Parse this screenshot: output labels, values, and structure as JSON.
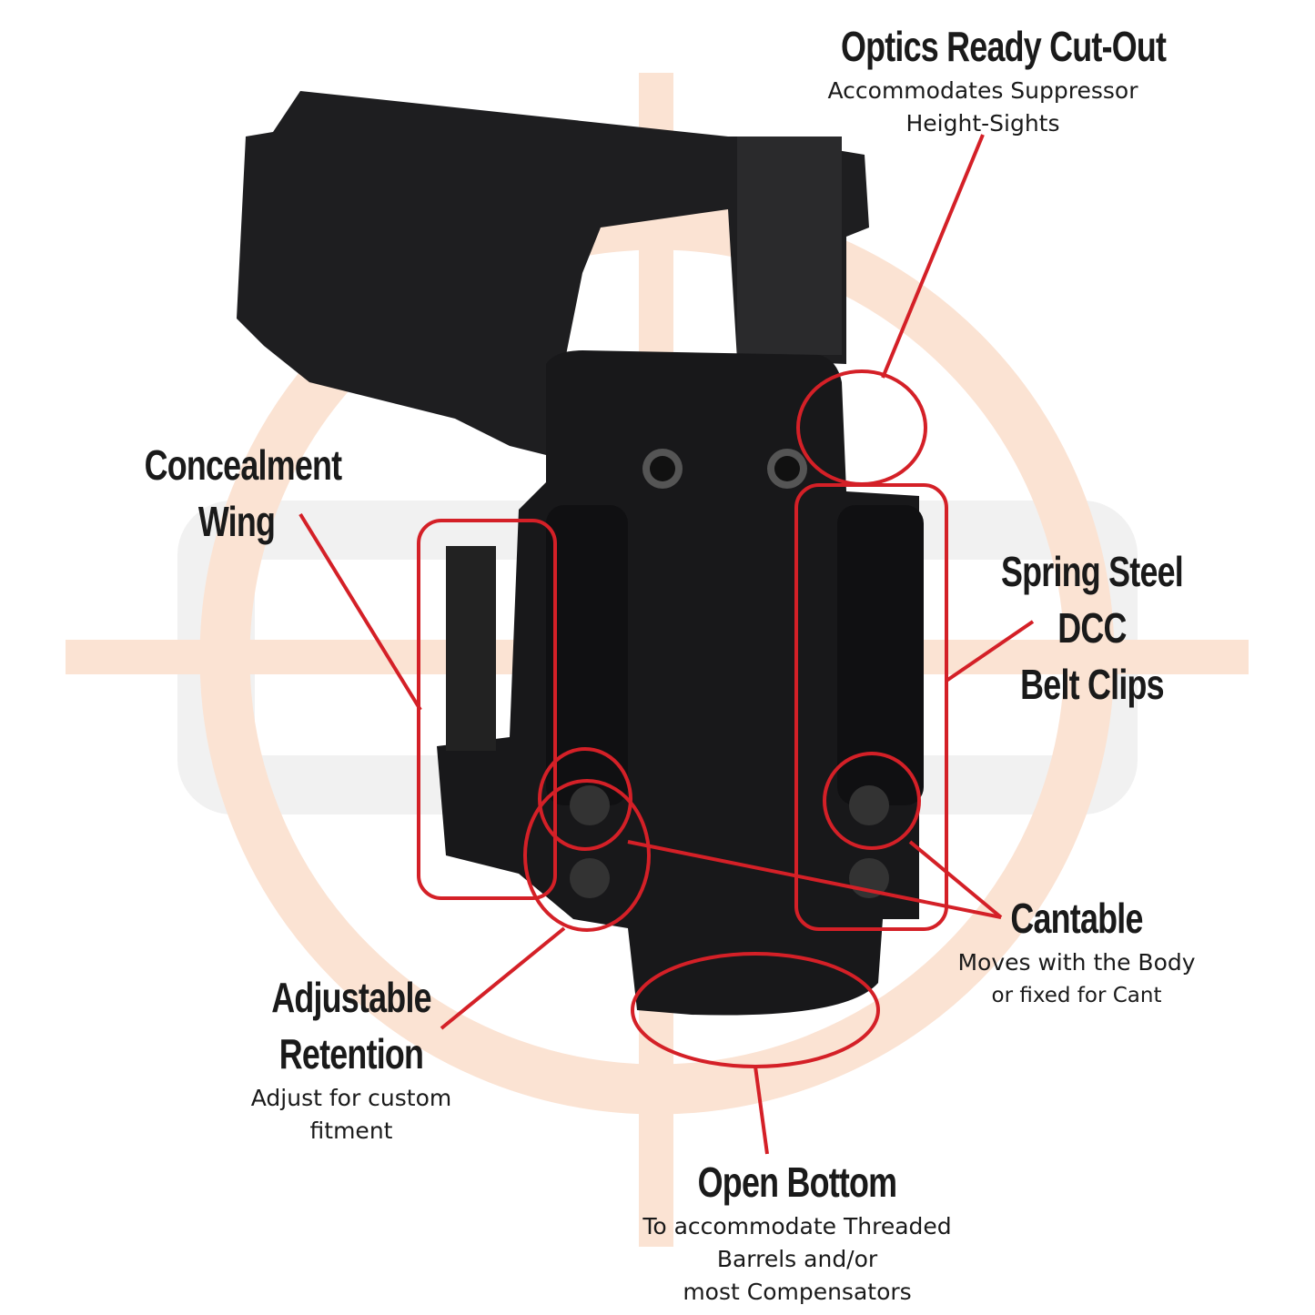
{
  "colors": {
    "accent_red": "#d42027",
    "watermark_peach": "#fbe3d3",
    "watermark_gray": "#f1f1f1",
    "product": "#1c1c1e"
  },
  "callouts": {
    "optics": {
      "title": "Optics Ready Cut-Out",
      "lines": [
        "Accommodates Suppressor",
        "Height-Sights"
      ]
    },
    "wing": {
      "title_lines": [
        "Concealment",
        "Wing"
      ]
    },
    "clips": {
      "title_lines": [
        "Spring Steel",
        "DCC",
        "Belt Clips"
      ]
    },
    "cantable": {
      "title": "Cantable",
      "lines": [
        "Moves with the Body",
        "or  fixed for Cant"
      ]
    },
    "retention": {
      "title_lines": [
        "Adjustable",
        "Retention"
      ],
      "lines": [
        "Adjust for custom",
        "fitment"
      ]
    },
    "bottom": {
      "title": "Open Bottom",
      "lines": [
        "To accommodate Threaded",
        "Barrels and/or",
        "most Compensators"
      ]
    }
  }
}
